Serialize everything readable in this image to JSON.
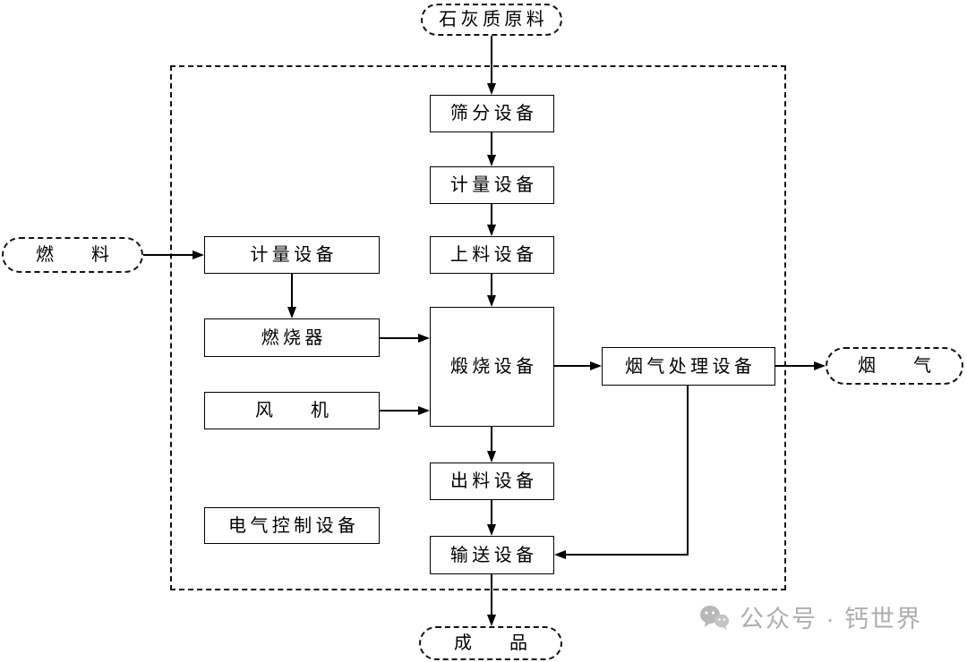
{
  "diagram": {
    "terminals": {
      "raw_material": "石灰质原料",
      "fuel": "燃    料",
      "flue_gas": "烟    气",
      "product": "成    品"
    },
    "nodes": {
      "screening": "筛分设备",
      "metering_main": "计量设备",
      "feeding": "上料设备",
      "calcining": "煅烧设备",
      "metering_fuel": "计量设备",
      "burner": "燃烧器",
      "fan": "风    机",
      "electrical_control": "电气控制设备",
      "flue_gas_treatment": "烟气处理设备",
      "discharging": "出料设备",
      "conveying": "输送设备"
    },
    "watermark": "公众号 · 钙世界"
  }
}
